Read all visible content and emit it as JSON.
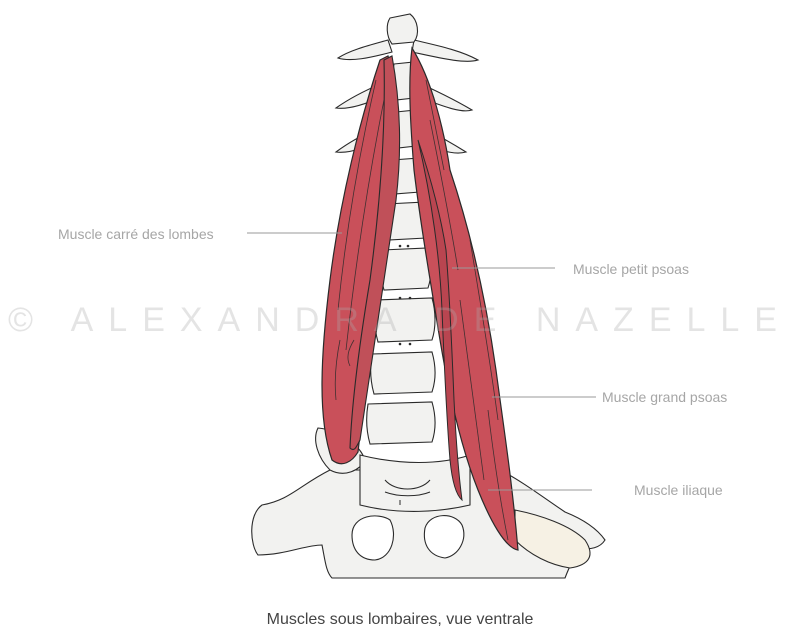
{
  "caption": "Muscles sous lombaires, vue ventrale",
  "watermark": "© ALEXANDRA DE NAZELLE",
  "labels": {
    "carre": "Muscle carré des lombes",
    "petit_psoas": "Muscle petit psoas",
    "grand_psoas": "Muscle grand psoas",
    "iliaque": "Muscle iliaque"
  },
  "colors": {
    "muscle": "#c9505a",
    "muscle_dark": "#a33a45",
    "bone": "#f2f2f0",
    "outline": "#2a2a2a",
    "leader": "#9a9a9a"
  }
}
